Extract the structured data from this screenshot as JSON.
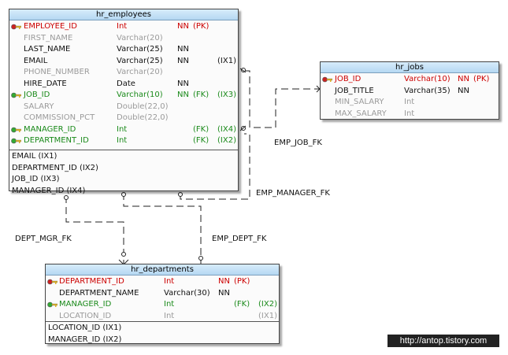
{
  "entities": {
    "employees": {
      "name": "hr_employees",
      "columns": [
        {
          "name": "EMPLOYEE_ID",
          "type": "Int",
          "nn": "NN",
          "key": "(PK)",
          "idx": "",
          "kind": "pk"
        },
        {
          "name": "FIRST_NAME",
          "type": "Varchar(20)",
          "nn": "",
          "key": "",
          "idx": "",
          "kind": "nul"
        },
        {
          "name": "LAST_NAME",
          "type": "Varchar(25)",
          "nn": "NN",
          "key": "",
          "idx": "",
          "kind": "plain"
        },
        {
          "name": "EMAIL",
          "type": "Varchar(25)",
          "nn": "NN",
          "key": "",
          "idx": "(IX1)",
          "kind": "plain"
        },
        {
          "name": "PHONE_NUMBER",
          "type": "Varchar(20)",
          "nn": "",
          "key": "",
          "idx": "",
          "kind": "nul"
        },
        {
          "name": "HIRE_DATE",
          "type": "Date",
          "nn": "NN",
          "key": "",
          "idx": "",
          "kind": "plain"
        },
        {
          "name": "JOB_ID",
          "type": "Varchar(10)",
          "nn": "NN",
          "key": "(FK)",
          "idx": "(IX3)",
          "kind": "fk"
        },
        {
          "name": "SALARY",
          "type": "Double(22,0)",
          "nn": "",
          "key": "",
          "idx": "",
          "kind": "nul"
        },
        {
          "name": "COMMISSION_PCT",
          "type": "Double(22,0)",
          "nn": "",
          "key": "",
          "idx": "",
          "kind": "nul"
        },
        {
          "name": "MANAGER_ID",
          "type": "Int",
          "nn": "",
          "key": "(FK)",
          "idx": "(IX4)",
          "kind": "fk"
        },
        {
          "name": "DEPARTMENT_ID",
          "type": "Int",
          "nn": "",
          "key": "(FK)",
          "idx": "(IX2)",
          "kind": "fk"
        }
      ],
      "indexes": [
        "EMAIL (IX1)",
        "DEPARTMENT_ID (IX2)",
        "JOB_ID (IX3)",
        "MANAGER_ID (IX4)"
      ]
    },
    "jobs": {
      "name": "hr_jobs",
      "columns": [
        {
          "name": "JOB_ID",
          "type": "Varchar(10)",
          "nn": "NN",
          "key": "(PK)",
          "idx": "",
          "kind": "pk"
        },
        {
          "name": "JOB_TITLE",
          "type": "Varchar(35)",
          "nn": "NN",
          "key": "",
          "idx": "",
          "kind": "plain"
        },
        {
          "name": "MIN_SALARY",
          "type": "Int",
          "nn": "",
          "key": "",
          "idx": "",
          "kind": "nul"
        },
        {
          "name": "MAX_SALARY",
          "type": "Int",
          "nn": "",
          "key": "",
          "idx": "",
          "kind": "nul"
        }
      ],
      "indexes": []
    },
    "departments": {
      "name": "hr_departments",
      "columns": [
        {
          "name": "DEPARTMENT_ID",
          "type": "Int",
          "nn": "NN",
          "key": "(PK)",
          "idx": "",
          "kind": "pk"
        },
        {
          "name": "DEPARTMENT_NAME",
          "type": "Varchar(30)",
          "nn": "NN",
          "key": "",
          "idx": "",
          "kind": "plain"
        },
        {
          "name": "MANAGER_ID",
          "type": "Int",
          "nn": "",
          "key": "(FK)",
          "idx": "(IX2)",
          "kind": "fk"
        },
        {
          "name": "LOCATION_ID",
          "type": "Int",
          "nn": "",
          "key": "",
          "idx": "(IX1)",
          "kind": "nul"
        }
      ],
      "indexes": [
        "LOCATION_ID (IX1)",
        "MANAGER_ID (IX2)"
      ]
    }
  },
  "relationships": {
    "emp_job": "EMP_JOB_FK",
    "emp_manager": "EMP_MANAGER_FK",
    "dept_mgr": "DEPT_MGR_FK",
    "emp_dept": "EMP_DEPT_FK"
  },
  "watermark": "http://antop.tistory.com",
  "colors": {
    "pk": "#cc0000",
    "fk": "#1a8a1a",
    "nullable": "#9a9a9a",
    "header": "#c6e3f7",
    "key_pk": "#cc2222",
    "key_fk": "#33aa33",
    "key_body": "#e0b020"
  }
}
